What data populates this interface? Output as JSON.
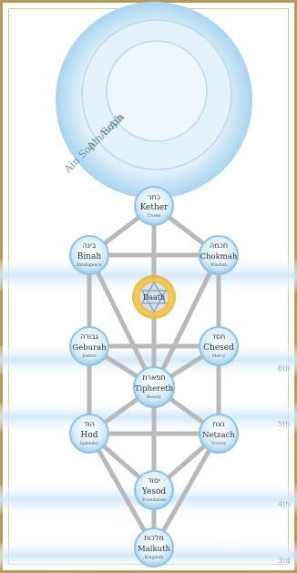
{
  "ain": {
    "labels": [
      "Ain",
      "Ain Soph",
      "Ain Soph Aur"
    ]
  },
  "sephiroth": {
    "kether": {
      "hebrew": "כתר",
      "name": "Kether",
      "meaning": "Crown"
    },
    "binah": {
      "hebrew": "בינה",
      "name": "Binah",
      "meaning": "Intelligence"
    },
    "chokmah": {
      "hebrew": "חכמה",
      "name": "Chokmah",
      "meaning": "Wisdom"
    },
    "daath": {
      "hebrew": "",
      "name": "Daath",
      "meaning": ""
    },
    "geburah": {
      "hebrew": "גבורה",
      "name": "Geburah",
      "meaning": "Justice"
    },
    "chesed": {
      "hebrew": "חסד",
      "name": "Chesed",
      "meaning": "Mercy"
    },
    "tiphereth": {
      "hebrew": "תפארת",
      "name": "Tiphereth",
      "meaning": "Beauty"
    },
    "hod": {
      "hebrew": "הוד",
      "name": "Hod",
      "meaning": "Splendor"
    },
    "netzach": {
      "hebrew": "נצח",
      "name": "Netzach",
      "meaning": "Victory"
    },
    "yesod": {
      "hebrew": "יסוד",
      "name": "Yesod",
      "meaning": "Foundation"
    },
    "malkuth": {
      "hebrew": "מלכות",
      "name": "Malkuth",
      "meaning": "Kingdom"
    }
  },
  "dimensions": {
    "sixth": "6th",
    "fifth": "5th",
    "fourth": "4th",
    "third": "3rd"
  },
  "colors": {
    "node_fill": "#cfe9f8",
    "node_stroke": "#8cc4e8",
    "path": "#b9b9b9",
    "daath_gold": "#f2c64a",
    "band": "#d8edf8",
    "frame": "#b59a5a"
  }
}
